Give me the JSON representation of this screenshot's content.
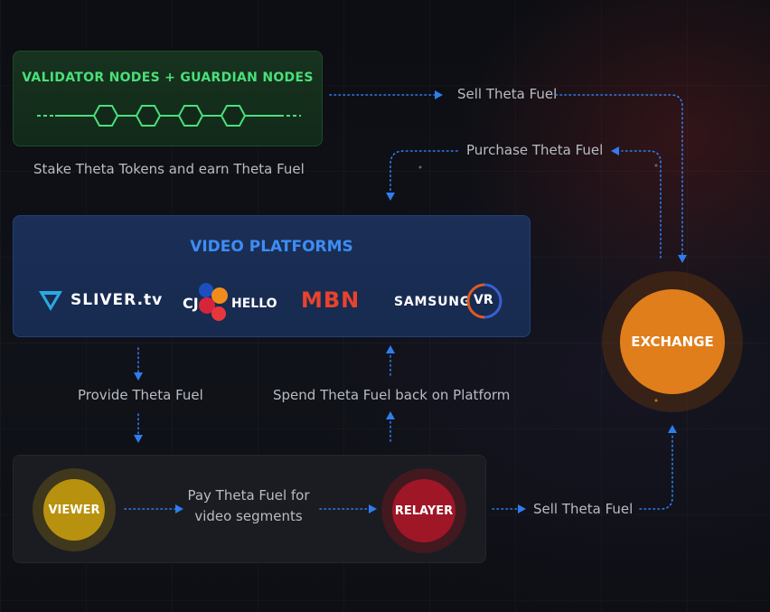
{
  "validator": {
    "title": "VALIDATOR NODES + GUARDIAN NODES",
    "caption": "Stake Theta Tokens and earn Theta Fuel"
  },
  "flows": {
    "sell_top": "Sell Theta Fuel",
    "purchase": "Purchase Theta Fuel",
    "provide": "Provide Theta Fuel",
    "spend": "Spend Theta Fuel back on Platform",
    "pay_line1": "Pay Theta Fuel for",
    "pay_line2": "video segments",
    "sell_bottom": "Sell Theta Fuel"
  },
  "platforms": {
    "title": "VIDEO PLATFORMS",
    "logos": [
      {
        "name": "SLIVER.tv",
        "text": "SLIVER.tv"
      },
      {
        "name": "CJ HELLO",
        "text_a": "CJ",
        "text_b": "HELLO"
      },
      {
        "name": "MBN",
        "text": "MBN"
      },
      {
        "name": "SAMSUNG VR",
        "text_a": "SAMSUNG",
        "text_b": "VR"
      }
    ]
  },
  "nodes": {
    "viewer": "VIEWER",
    "relayer": "RELAYER",
    "exchange": "EXCHANGE"
  },
  "colors": {
    "green": "#49e07a",
    "blue": "#3d8df5",
    "viewer": "#b8920f",
    "relayer": "#9f1627",
    "exchange": "#e07e1b",
    "arrow": "#2f7df0"
  }
}
